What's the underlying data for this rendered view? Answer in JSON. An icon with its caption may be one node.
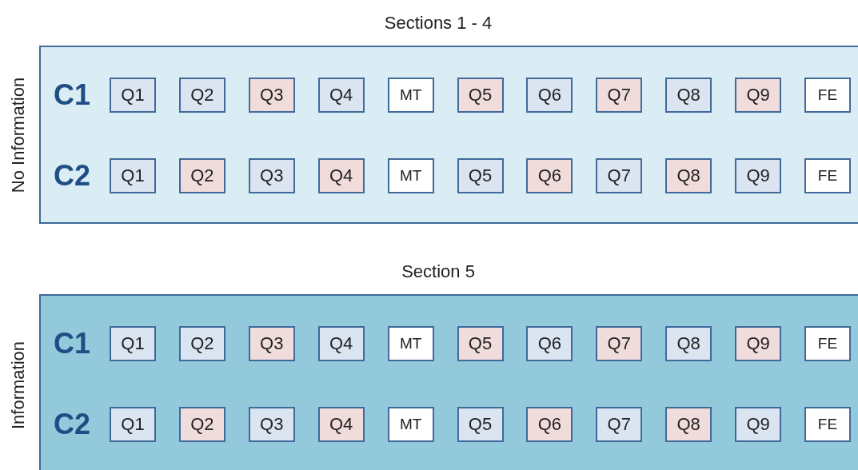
{
  "diagram": {
    "nodes": [
      {
        "text": [
          "Sections 1 - 4",
          "No Information"
        ]
      },
      {
        "text": [
          "Q1"
        ],
        "in": 0
      },
      {
        "text": [
          "Q2"
        ],
        "in": 0
      },
      {
        "text": [
          "Q3"
        ],
        "in": 0
      },
      {
        "text": [
          "Q4"
        ],
        "in": 0
      },
      {
        "text": [
          "MT"
        ],
        "in": 0
      },
      {
        "text": [
          "Q5"
        ],
        "in": 0
      },
      {
        "text": [
          "Q6"
        ],
        "in": 0
      },
      {
        "text": [
          "Q7"
        ],
        "in": 0
      },
      {
        "text": [
          "Q8"
        ],
        "in": 0
      },
      {
        "text": [
          "Q9"
        ],
        "in": 0
      },
      {
        "text": [
          "FE"
        ],
        "in": 0
      },
      {
        "text": [
          "Q1"
        ],
        "in": 0
      },
      {
        "text": [
          "Q2"
        ],
        "in": 0
      },
      {
        "text": [
          "Q3"
        ],
        "in": 0
      },
      {
        "text": [
          "Q4"
        ],
        "in": 0
      },
      {
        "text": [
          "MT"
        ],
        "in": 0
      },
      {
        "text": [
          "Q5"
        ],
        "in": 0
      },
      {
        "text": [
          "Q6"
        ],
        "in": 0
      },
      {
        "text": [
          "Q7"
        ],
        "in": 0
      },
      {
        "text": [
          "Q8"
        ],
        "in": 0
      },
      {
        "text": [
          "Q9"
        ],
        "in": 0
      },
      {
        "text": [
          "FE"
        ],
        "in": 0
      },
      {
        "text": [
          "Section 5",
          "Information"
        ]
      },
      {
        "text": [
          "Q1"
        ],
        "in": 23
      },
      {
        "text": [
          "Q2"
        ],
        "in": 23
      },
      {
        "text": [
          "Q3"
        ],
        "in": 23
      },
      {
        "text": [
          "Q4"
        ],
        "in": 23
      },
      {
        "text": [
          "MT"
        ],
        "in": 23
      },
      {
        "text": [
          "Q5"
        ],
        "in": 23
      },
      {
        "text": [
          "Q6"
        ],
        "in": 23
      },
      {
        "text": [
          "Q7"
        ],
        "in": 23
      },
      {
        "text": [
          "Q8"
        ],
        "in": 23
      },
      {
        "text": [
          "Q9"
        ],
        "in": 23
      },
      {
        "text": [
          "FE"
        ],
        "in": 23
      },
      {
        "text": [
          "Q1"
        ],
        "in": 23
      },
      {
        "text": [
          "Q2"
        ],
        "in": 23
      },
      {
        "text": [
          "Q3"
        ],
        "in": 23
      },
      {
        "text": [
          "Q4"
        ],
        "in": 23
      },
      {
        "text": [
          "MT"
        ],
        "in": 23
      },
      {
        "text": [
          "Q5"
        ],
        "in": 23
      },
      {
        "text": [
          "Q6"
        ],
        "in": 23
      },
      {
        "text": [
          "Q7"
        ],
        "in": 23
      },
      {
        "text": [
          "Q8"
        ],
        "in": 23
      },
      {
        "text": [
          "Q9"
        ],
        "in": 23
      },
      {
        "text": [
          "FE"
        ],
        "in": 23
      }
    ],
    "labels": [
      "C1",
      "C2",
      "C1",
      "C2"
    ]
  }
}
